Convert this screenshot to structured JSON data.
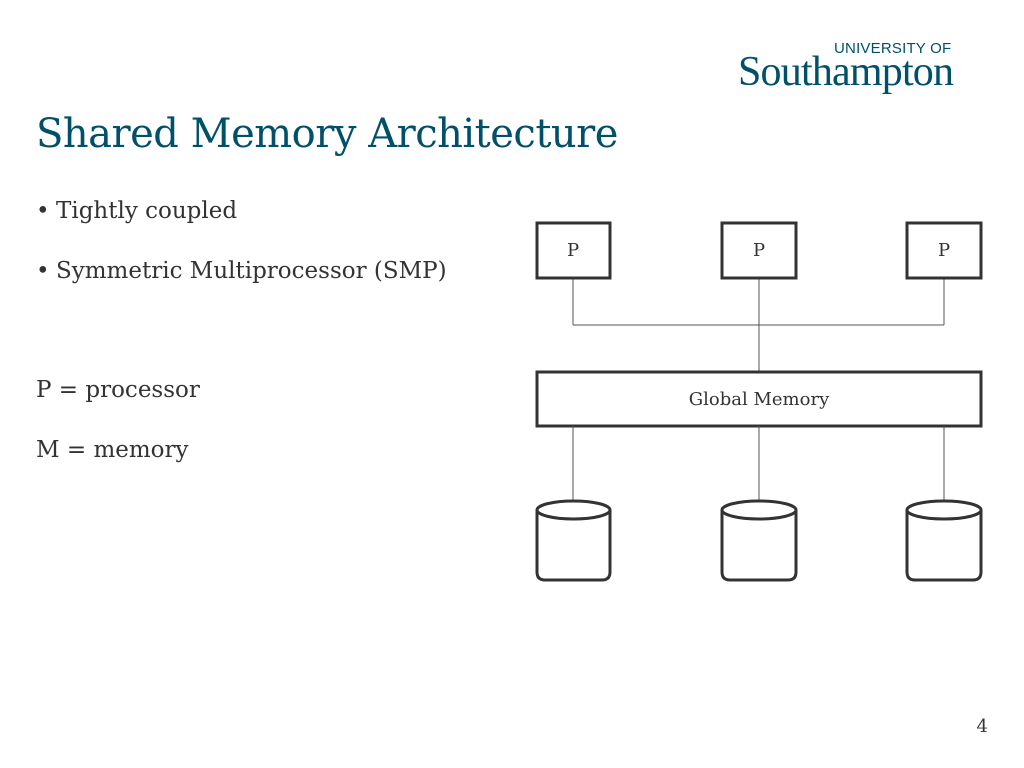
{
  "logo": {
    "top_text": "UNIVERSITY OF",
    "main_text": "Southampton"
  },
  "slide": {
    "title": "Shared Memory Architecture",
    "bullets": [
      "Tightly coupled",
      "Symmetric Multiprocessor (SMP)"
    ],
    "definitions": [
      "P = processor",
      "M = memory"
    ],
    "page_number": "4"
  },
  "diagram": {
    "processors": [
      "P",
      "P",
      "P"
    ],
    "memory_label": "Global Memory"
  },
  "colors": {
    "title": "#00506a",
    "text": "#333333",
    "stroke": "#333333",
    "line": "#555555"
  }
}
